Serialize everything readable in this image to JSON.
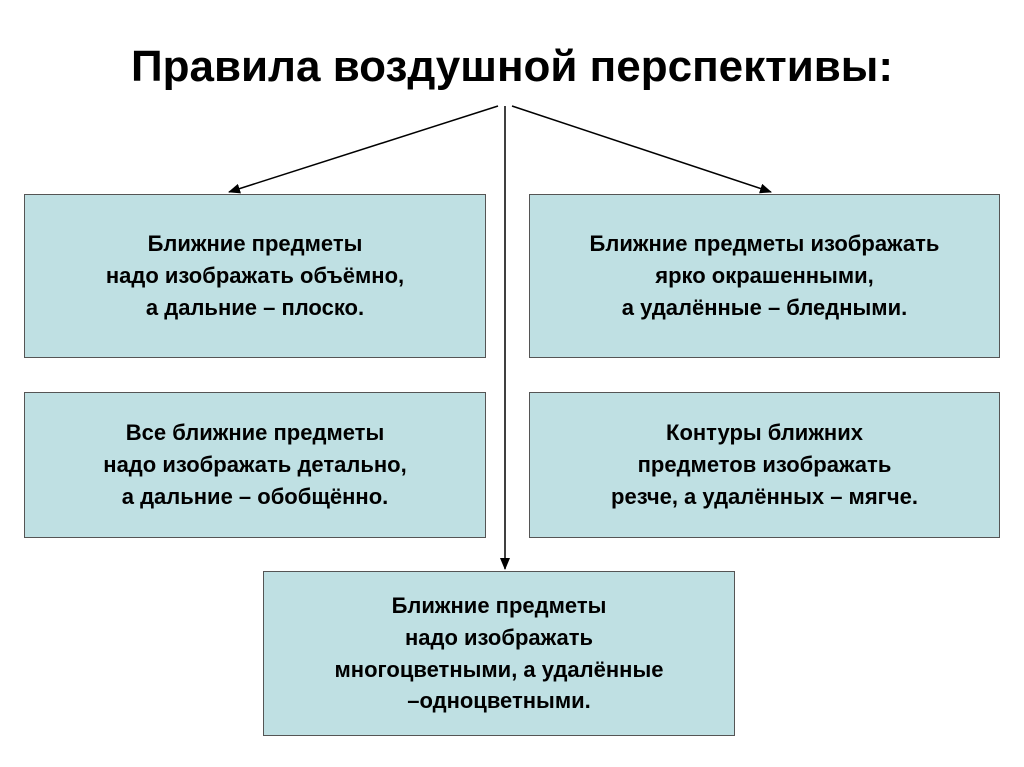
{
  "title": "Правила воздушной перспективы:",
  "colors": {
    "box_fill": "#bfe0e3",
    "box_border": "#555555",
    "text": "#000000",
    "arrow": "#000000"
  },
  "boxes": {
    "top_left": {
      "lines": [
        "Ближние предметы",
        "надо изображать объёмно,",
        "а дальние – плоско."
      ]
    },
    "top_right": {
      "lines": [
        "Ближние предметы изображать",
        "ярко окрашенными,",
        "а удалённые – бледными."
      ]
    },
    "middle_left": {
      "lines": [
        "Все ближние предметы",
        "надо изображать детально,",
        "а дальние – обобщённо."
      ]
    },
    "middle_right": {
      "lines": [
        "Контуры ближних",
        "предметов изображать",
        "резче, а удалённых – мягче."
      ]
    },
    "bottom_center": {
      "lines": [
        "Ближние предметы",
        "надо изображать",
        "многоцветными, а удалённые",
        "–одноцветными."
      ]
    }
  }
}
